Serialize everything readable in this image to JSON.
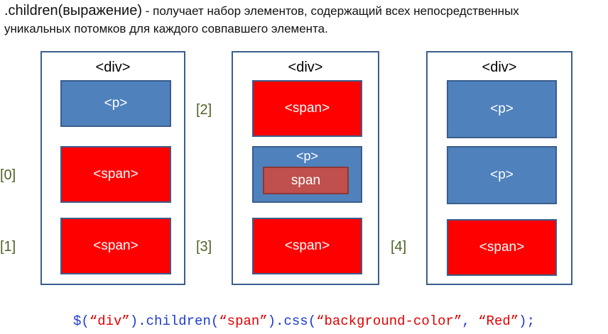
{
  "header": {
    "method": ".children(выражение)",
    "line1_rest": " - получает набор элементов, содержащий всех непосредственных",
    "line2": "уникальных потомков для каждого совпавшего элемента."
  },
  "containers": [
    {
      "tag": "<div>",
      "children": [
        {
          "label": "<p>",
          "color": "#4f81bd"
        },
        {
          "label": "<span>",
          "color": "#ff0000"
        },
        {
          "label": "<span>",
          "color": "#ff0000"
        }
      ]
    },
    {
      "tag": "<div>",
      "children": [
        {
          "label": "<span>",
          "color": "#ff0000"
        },
        {
          "label": "<p>",
          "color": "#4f81bd",
          "inner": "span"
        },
        {
          "label": "<span>",
          "color": "#ff0000"
        }
      ]
    },
    {
      "tag": "<div>",
      "children": [
        {
          "label": "<p>",
          "color": "#4f81bd"
        },
        {
          "label": "<p>",
          "color": "#4f81bd"
        },
        {
          "label": "<span>",
          "color": "#ff0000"
        }
      ]
    }
  ],
  "indices": [
    "[0]",
    "[1]",
    "[2]",
    "[3]",
    "[4]"
  ],
  "code": {
    "p1": "$(",
    "s1": "“div”",
    "p2": ").children(",
    "s2": "“span”",
    "p3": ").css(",
    "s3": "“background-color”",
    "p4": ", ",
    "s4": "“Red”",
    "p5": ");"
  },
  "colors": {
    "blue": "#4f81bd",
    "red": "#ff0000",
    "inner_span": "#c0504d",
    "border": "#3b5e8c",
    "index_text": "#4f6228",
    "code_blue": "#1f3bd1",
    "code_red": "#e00000"
  }
}
